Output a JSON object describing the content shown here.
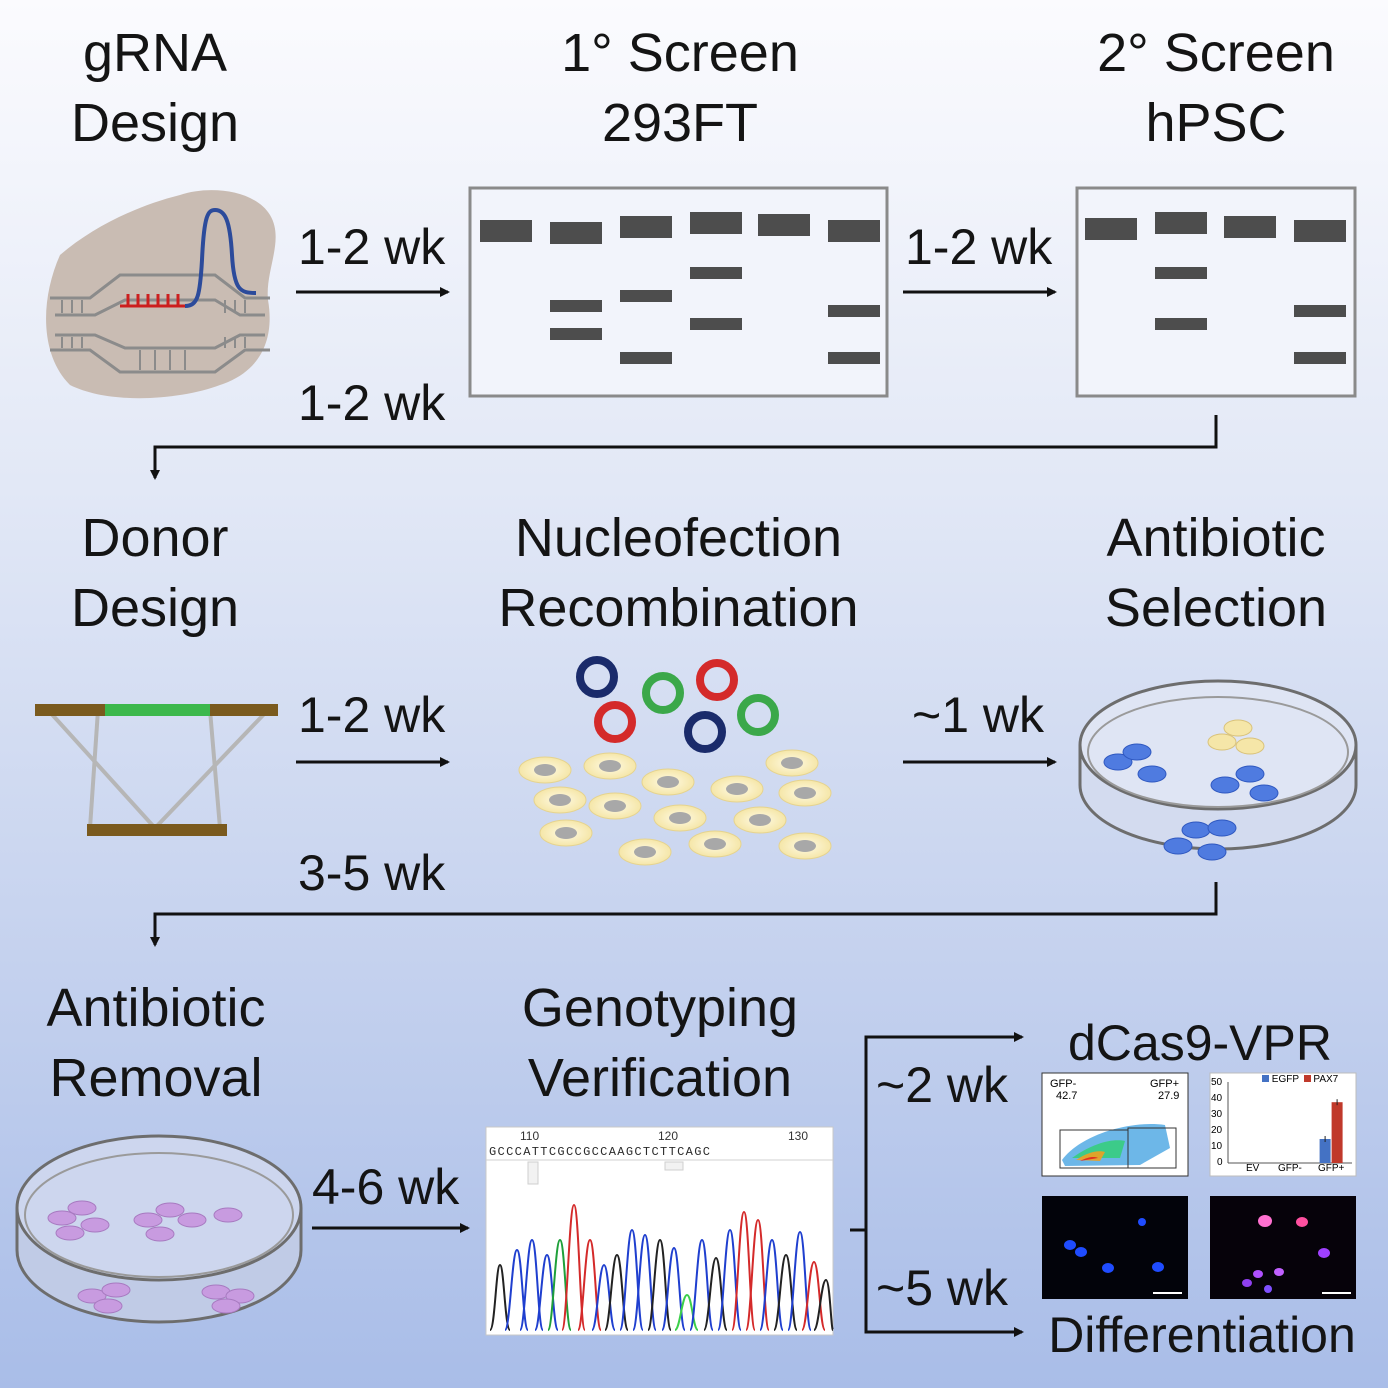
{
  "stages": {
    "grna_design": [
      "gRNA",
      "Design"
    ],
    "screen_primary": [
      "1° Screen",
      "293FT"
    ],
    "screen_secondary": [
      "2° Screen",
      "hPSC"
    ],
    "donor_design": [
      "Donor",
      "Design"
    ],
    "nucleofection": [
      "Nucleofection",
      "Recombination"
    ],
    "antibiotic_selection": [
      "Antibiotic",
      "Selection"
    ],
    "antibiotic_removal": [
      "Antibiotic",
      "Removal"
    ],
    "genotyping": [
      "Genotyping",
      "Verification"
    ],
    "dcas9": "dCas9-VPR",
    "differentiation": "Differentiation"
  },
  "durations": {
    "grna_to_screen1": "1-2 wk",
    "screen1_to_screen2": "1-2 wk",
    "screen2_to_donor": "1-2 wk",
    "donor_to_nucleofection": "1-2 wk",
    "nucleofection_to_selection": "~1 wk",
    "selection_to_removal": "3-5 wk",
    "removal_to_genotyping": "4-6 wk",
    "to_dcas9": "~2 wk",
    "to_differentiation": "~5 wk"
  },
  "sequencing": {
    "positions": [
      "110",
      "120",
      "130"
    ],
    "sequence": "GCCCATTCGCCGCCAAGCTCTTCAGC"
  },
  "flow_plot": {
    "left_label": "GFP-",
    "left_value": "42.7",
    "right_label": "GFP+",
    "right_value": "27.9"
  },
  "bar_chart": {
    "legend": [
      "EGFP",
      "PAX7"
    ],
    "categories": [
      "EV",
      "GFP-",
      "GFP+"
    ],
    "y_ticks": [
      "50",
      "40",
      "30",
      "20",
      "10",
      "0"
    ]
  },
  "chart_data": {
    "type": "bar",
    "categories": [
      "EV",
      "GFP-",
      "GFP+"
    ],
    "series": [
      {
        "name": "EGFP",
        "values": [
          0,
          0,
          15
        ]
      },
      {
        "name": "PAX7",
        "values": [
          0,
          0,
          38
        ]
      }
    ],
    "ylim": [
      0,
      50
    ],
    "legend": "top"
  },
  "colors": {
    "egfp": "#4472c4",
    "pax7": "#c0392b",
    "gel_band": "#4d4d4d",
    "donor_arm": "#7a5a1e",
    "donor_insert": "#3cb84c",
    "blue_plasmid": "#1a2b6b",
    "green_plasmid": "#3ba84a",
    "red_plasmid": "#d42a2a",
    "selected_cell": "#4f7be0",
    "removed_cell": "#c89be0"
  }
}
